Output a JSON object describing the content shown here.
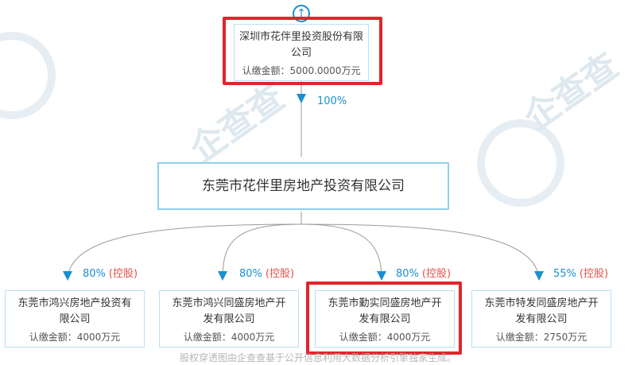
{
  "top": {
    "name": "深圳市花伴里投资股份有限公司",
    "capital": "认缴金额：5000.0000万元"
  },
  "top_pct": "100%",
  "middle": {
    "name": "东莞市花伴里房地产投资有限公司"
  },
  "children": [
    {
      "pct": "80%",
      "ctrl": "(控股)",
      "name": "东莞市鸿兴房地产投资有限公司",
      "capital": "认缴金额：4000万元"
    },
    {
      "pct": "80%",
      "ctrl": "(控股)",
      "name": "东莞市鸿兴同盛房地产开发有限公司",
      "capital": "认缴金额：4000万元"
    },
    {
      "pct": "80%",
      "ctrl": "(控股)",
      "name": "东莞市勤实同盛房地产开发有限公司",
      "capital": "认缴金额：4000万元"
    },
    {
      "pct": "55%",
      "ctrl": "(控股)",
      "name": "东莞市特发同盛房地产开发有限公司",
      "capital": "认缴金额：2750万元"
    }
  ],
  "expand_symbol": "↑",
  "footer": "股权穿透图由企查查基于公开信息利用大数据分析引擎独家生成。",
  "colors": {
    "line": "#9a9a9a",
    "arrow": "#1a8fd1",
    "highlight": "#e2242b",
    "control": "#e0524a"
  }
}
